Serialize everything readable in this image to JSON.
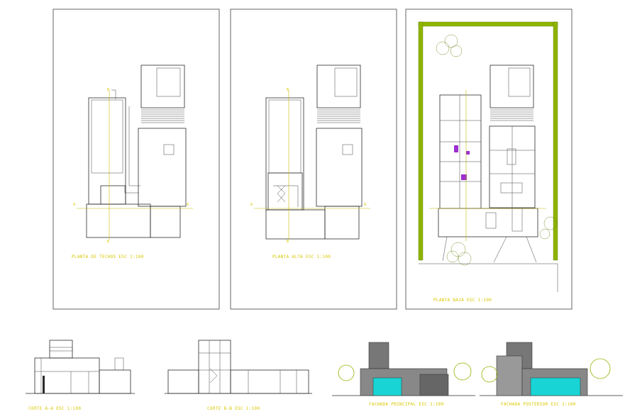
{
  "sheets": {
    "roof_plan": {
      "title": "PLANTA DE TECHOS ESC 1:100"
    },
    "upper_plan": {
      "title": "PLANTA ALTA ESC 1:100"
    },
    "ground_plan": {
      "title": "PLANTA BAJA ESC 1:100"
    }
  },
  "sections": [
    {
      "title": "CORTE A-A ESC 1:100"
    },
    {
      "title": "CORTE B-B ESC 1:100"
    },
    {
      "title": "FACHADA PRINCIPAL ESC 1:100"
    },
    {
      "title": "FACHADA POSTERIOR ESC 1:100"
    }
  ],
  "markers": {
    "section_a": "A",
    "section_b": "B"
  },
  "colors": {
    "label": "#d8c800",
    "dimension": "#2fa82f",
    "tree": "#8fb400",
    "glass": "#19d4d4",
    "furniture": "#9b2fd0"
  }
}
